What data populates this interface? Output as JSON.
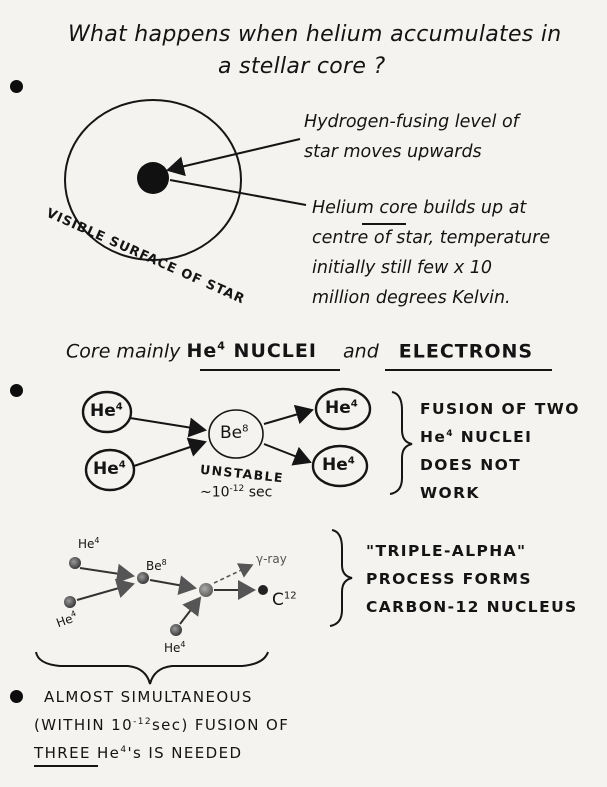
{
  "title": {
    "line1": "What happens when helium accumulates in",
    "line2": "a stellar core ?"
  },
  "star_diagram": {
    "surface_label": "VISIBLE SURFACE OF STAR",
    "hydrogen_note": [
      "Hydrogen-fusing level of",
      "star moves upwards"
    ],
    "helium_note_prefix": "Helium ",
    "helium_note_core": "core",
    "helium_note_rest": " builds up at",
    "helium_note_lines": [
      "centre of star, temperature",
      "initially still few x 10",
      "million degrees Kelvin."
    ]
  },
  "core_line": {
    "prefix": "Core mainly ",
    "he_nuclei": "He",
    "he_sup": "4",
    "nuclei": " NUCLEI",
    "and": "and",
    "electrons": "ELECTRONS"
  },
  "fusion_two": {
    "he_label": "He",
    "he_sup": "4",
    "be_label": "Be",
    "be_sup": "8",
    "unstable": "UNSTABLE",
    "lifetime": "~10",
    "lifetime_exp": "-12",
    "lifetime_unit": " sec",
    "note_lines": [
      "FUSION OF TWO",
      "He",
      "4",
      " NUCLEI",
      "DOES NOT",
      "WORK"
    ]
  },
  "triple_alpha": {
    "he_top": "He",
    "he_sup": "4",
    "he_mid": "He",
    "he_bot": "He",
    "be_label": "Be",
    "be_sup": "8",
    "gamma": "γ-ray",
    "carbon": "C",
    "carbon_sup": "12",
    "note_lines": [
      "\"TRIPLE-ALPHA\"",
      "PROCESS FORMS",
      "CARBON-12 NUCLEUS"
    ]
  },
  "bottom_note": {
    "line1": "ALMOST SIMULTANEOUS",
    "line2a": "(WITHIN 10",
    "line2exp": "-12",
    "line2b": "sec) FUSION OF",
    "line3a": "THREE",
    "line3b": " He",
    "line3sup": "4",
    "line3c": "'s IS NEEDED"
  }
}
